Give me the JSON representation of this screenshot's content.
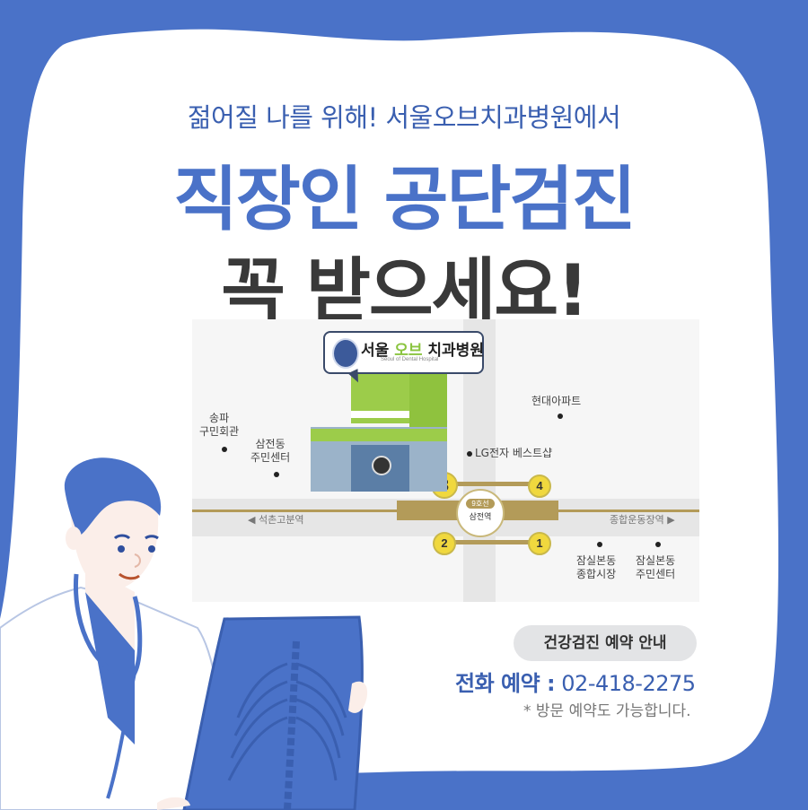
{
  "colors": {
    "brand_blue": "#4a72c8",
    "title_dark": "#393939",
    "subtitle_blue": "#3a5fb0",
    "pill_bg": "#e3e4e6"
  },
  "header": {
    "subtitle": "젊어질 나를 위해! 서울오브치과병원에서",
    "title_line1": "직장인 공단검진",
    "title_line2": "꼭 받으세요!"
  },
  "map": {
    "hospital_sign": {
      "name_kr_1": "서울",
      "name_kr_2": "오브",
      "name_kr_3": "치과병원",
      "name_en": "Seoul of Dental Hospital"
    },
    "building_phone": "02-418-2275",
    "landmarks": [
      {
        "label": "송파\n구민회관"
      },
      {
        "label": "삼전동\n주민센터"
      },
      {
        "label": "현대아파트"
      },
      {
        "label": "LG전자 베스트샵"
      },
      {
        "label": "잠실본동\n종합시장"
      },
      {
        "label": "잠실본동\n주민센터"
      }
    ],
    "directions": {
      "left": "◀ 석촌고분역",
      "right": "종합운동장역 ▶"
    },
    "station": {
      "line": "9호선",
      "name": "삼전역"
    },
    "exits": [
      "3",
      "4",
      "2",
      "1"
    ]
  },
  "info": {
    "pill_label": "건강검진 예약 안내",
    "phone_label": "전화 예약 :",
    "phone_number": "02-418-2275",
    "note": "* 방문 예약도 가능합니다."
  }
}
